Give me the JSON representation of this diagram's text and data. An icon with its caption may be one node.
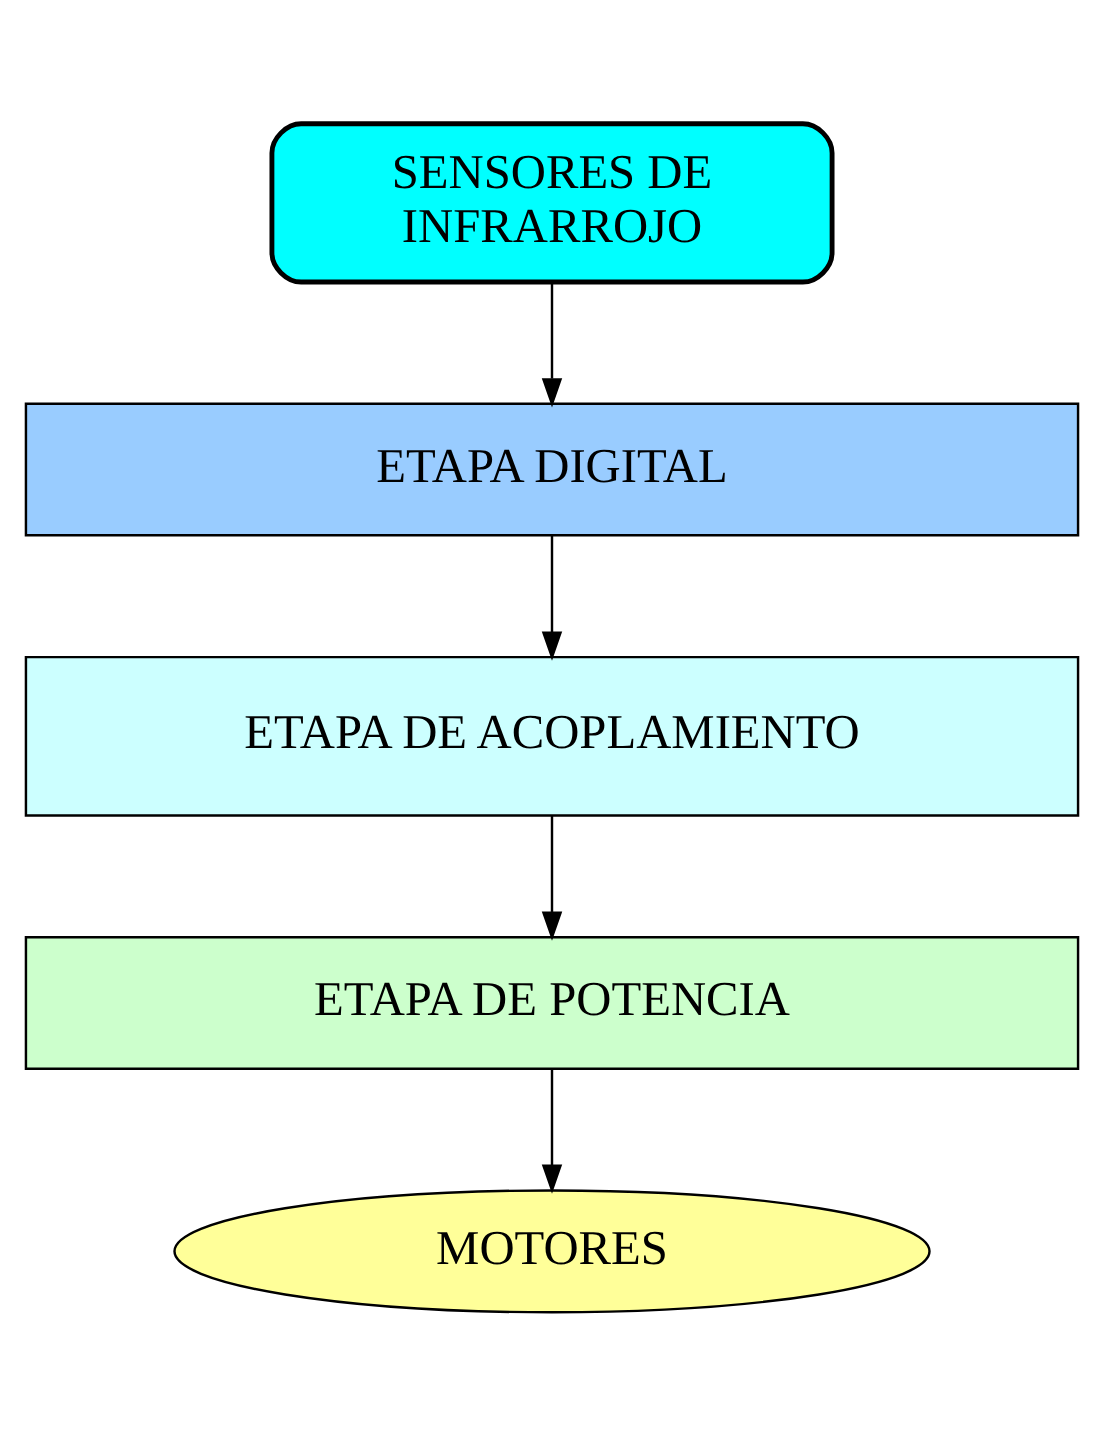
{
  "diagram": {
    "nodes": [
      {
        "text": [
          "SENSORES DE INFRARROJO"
        ]
      },
      {
        "text": [
          "ETAPA DIGITAL"
        ]
      },
      {
        "text": [
          "ETAPA DE ACOPLAMIENTO"
        ]
      },
      {
        "text": [
          "ETAPA DE POTENCIA"
        ]
      },
      {
        "text": [
          "MOTORES"
        ]
      }
    ],
    "edges": [
      {
        "from": 0,
        "to": 1,
        "arrow": "to"
      },
      {
        "from": 1,
        "to": 2,
        "arrow": "to"
      },
      {
        "from": 2,
        "to": 3,
        "arrow": "to"
      },
      {
        "from": 3,
        "to": 4,
        "arrow": "to"
      }
    ]
  }
}
